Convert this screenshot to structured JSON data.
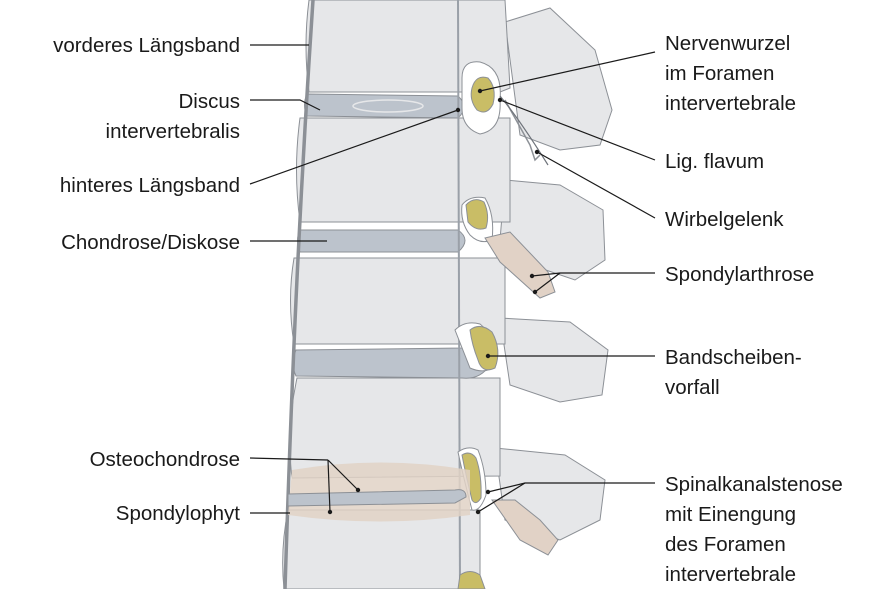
{
  "labels": {
    "vorderes_laengsband": "vorderes Längsband",
    "discus_line1": "Discus",
    "discus_line2": "intervertebralis",
    "hinteres_laengsband": "hinteres Längsband",
    "chondrose_diskose": "Chondrose/Diskose",
    "osteochondrose": "Osteochondrose",
    "spondylophyt": "Spondylophyt",
    "nervenwurzel_line1": "Nervenwurzel",
    "nervenwurzel_line2": "im Foramen",
    "nervenwurzel_line3": "intervertebrale",
    "lig_flavum": "Lig. flavum",
    "wirbelgelenk": "Wirbelgelenk",
    "spondylarthrose": "Spondylarthrose",
    "bandscheibenvorfall_line1": "Bandscheiben-",
    "bandscheibenvorfall_line2": "vorfall",
    "spinalkanalstenose_line1": "Spinalkanalstenose",
    "spinalkanalstenose_line2": "mit Einengung",
    "spinalkanalstenose_line3": "des Foramen",
    "spinalkanalstenose_line4": "intervertebrale"
  },
  "colors": {
    "bone": "#e6e7e9",
    "bone_outline": "#8c9096",
    "disc": "#bcc3cc",
    "nerve": "#c9bd66",
    "degeneration": "#e1d2c6",
    "line": "#1a1a1a"
  }
}
